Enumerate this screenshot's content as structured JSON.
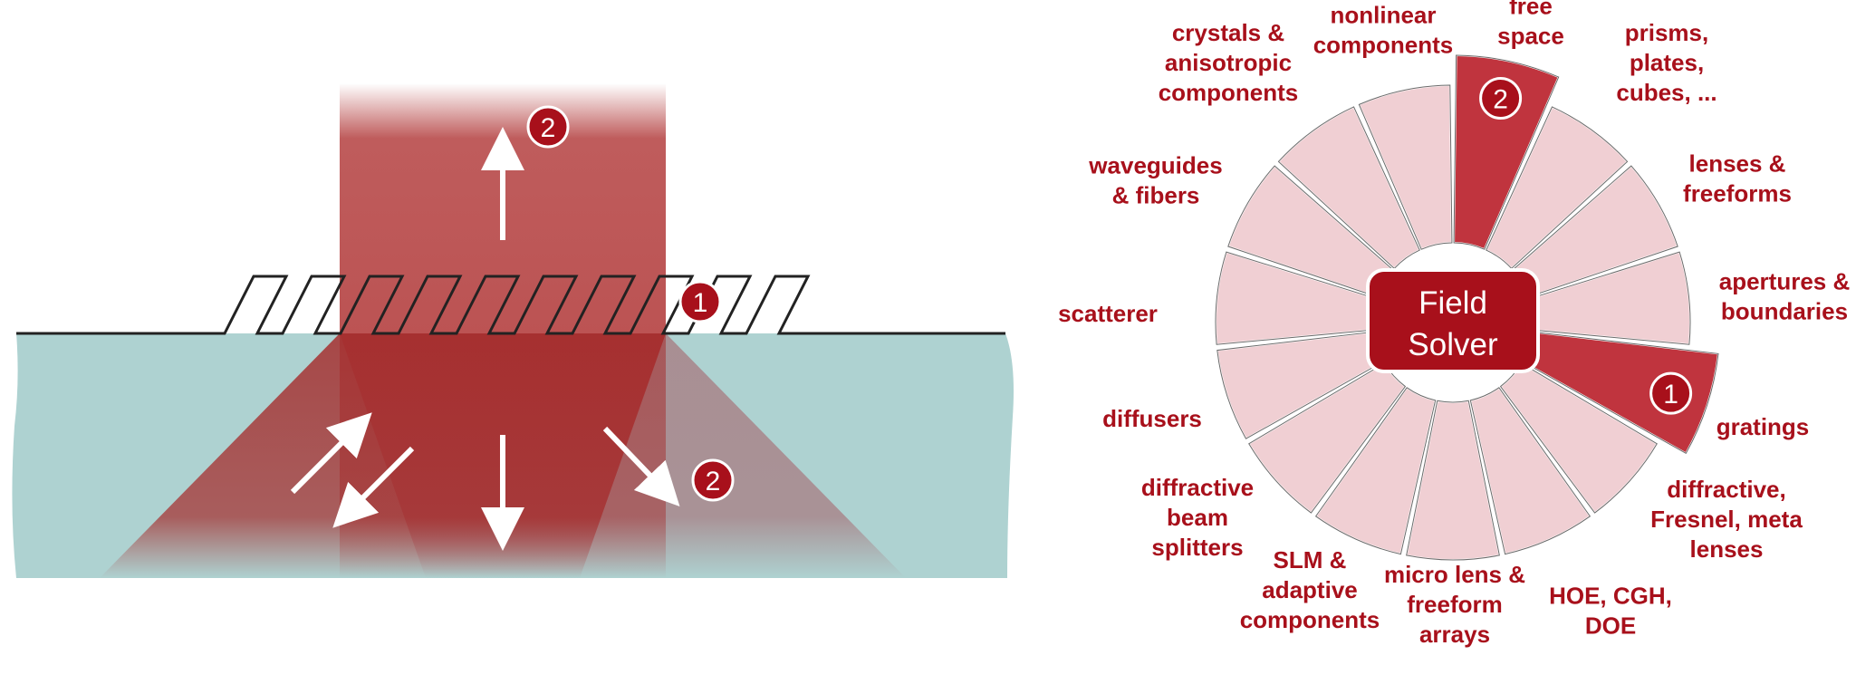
{
  "colors": {
    "accent": "#a8101b",
    "label": "#a8101b",
    "beam": "#a52626",
    "beam_light": "#b84a4a",
    "segment_light": "#f0cfd3",
    "segment_highlight": "#c0343e",
    "substrate": "#aed2d1",
    "grating_line": "#222222",
    "arrow": "#ffffff"
  },
  "left_panel": {
    "markers": [
      "2",
      "1",
      "2"
    ]
  },
  "field_solver": {
    "center_line1": "Field",
    "center_line2": "Solver",
    "segments": [
      {
        "lines": [
          "free",
          "space"
        ],
        "highlighted": true,
        "badge": "2"
      },
      {
        "lines": [
          "prisms,",
          "plates,",
          "cubes, ..."
        ],
        "highlighted": false,
        "badge": ""
      },
      {
        "lines": [
          "lenses &",
          "freeforms"
        ],
        "highlighted": false,
        "badge": ""
      },
      {
        "lines": [
          "apertures &",
          "boundaries"
        ],
        "highlighted": false,
        "badge": ""
      },
      {
        "lines": [
          "gratings"
        ],
        "highlighted": true,
        "badge": "1"
      },
      {
        "lines": [
          "diffractive,",
          "Fresnel, meta",
          "lenses"
        ],
        "highlighted": false,
        "badge": ""
      },
      {
        "lines": [
          "HOE, CGH,",
          "DOE"
        ],
        "highlighted": false,
        "badge": ""
      },
      {
        "lines": [
          "micro lens &",
          "freeform",
          "arrays"
        ],
        "highlighted": false,
        "badge": ""
      },
      {
        "lines": [
          "SLM &",
          "adaptive",
          "components"
        ],
        "highlighted": false,
        "badge": ""
      },
      {
        "lines": [
          "diffractive",
          "beam",
          "splitters"
        ],
        "highlighted": false,
        "badge": ""
      },
      {
        "lines": [
          "diffusers"
        ],
        "highlighted": false,
        "badge": ""
      },
      {
        "lines": [
          "scatterer"
        ],
        "highlighted": false,
        "badge": ""
      },
      {
        "lines": [
          "waveguides",
          "& fibers"
        ],
        "highlighted": false,
        "badge": ""
      },
      {
        "lines": [
          "crystals &",
          "anisotropic",
          "components"
        ],
        "highlighted": false,
        "badge": ""
      },
      {
        "lines": [
          "nonlinear",
          "components"
        ],
        "highlighted": false,
        "badge": ""
      }
    ]
  }
}
